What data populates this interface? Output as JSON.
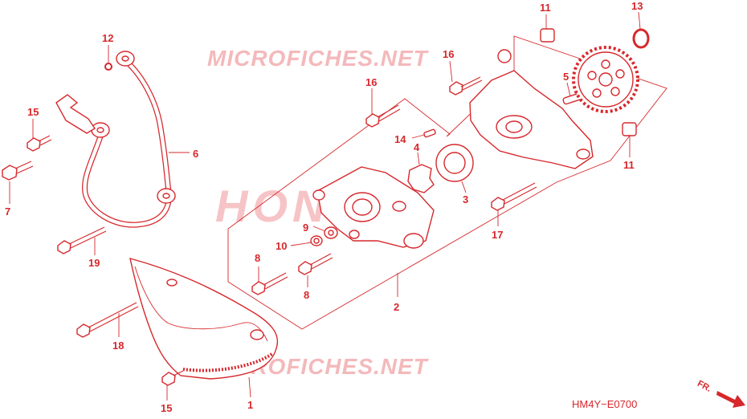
{
  "diagram": {
    "code": "HM4Y−E0700",
    "direction_label": "FR.",
    "watermarks": {
      "top": "MICROFICHES.NET",
      "center": "HONDA",
      "bottom": "MICROFICHES.NET"
    },
    "callouts": [
      {
        "id": "c1",
        "label": "1"
      },
      {
        "id": "c2",
        "label": "2"
      },
      {
        "id": "c3",
        "label": "3"
      },
      {
        "id": "c4",
        "label": "4"
      },
      {
        "id": "c5",
        "label": "5"
      },
      {
        "id": "c6",
        "label": "6"
      },
      {
        "id": "c7",
        "label": "7"
      },
      {
        "id": "c8a",
        "label": "8"
      },
      {
        "id": "c8b",
        "label": "8"
      },
      {
        "id": "c9",
        "label": "9"
      },
      {
        "id": "c10",
        "label": "10"
      },
      {
        "id": "c11a",
        "label": "11"
      },
      {
        "id": "c11b",
        "label": "11"
      },
      {
        "id": "c12",
        "label": "12"
      },
      {
        "id": "c13",
        "label": "13"
      },
      {
        "id": "c14",
        "label": "14"
      },
      {
        "id": "c15a",
        "label": "15"
      },
      {
        "id": "c15b",
        "label": "15"
      },
      {
        "id": "c16a",
        "label": "16"
      },
      {
        "id": "c16b",
        "label": "16"
      },
      {
        "id": "c17",
        "label": "17"
      },
      {
        "id": "c18",
        "label": "18"
      },
      {
        "id": "c19",
        "label": "19"
      }
    ]
  },
  "colors": {
    "line": "#d6282c",
    "watermark": "#f4b9bb",
    "background": "#ffffff"
  }
}
